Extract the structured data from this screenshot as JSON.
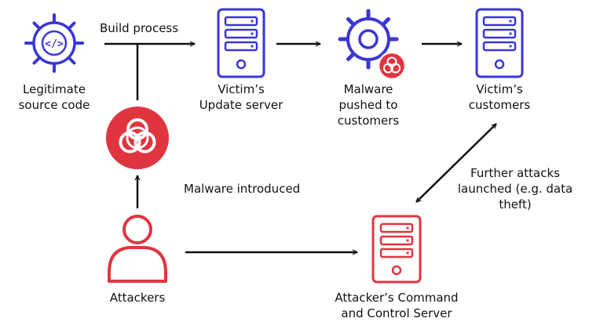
{
  "colors": {
    "blue": "#3b36d6",
    "red": "#e0353f",
    "arrow": "#111111",
    "text": "#111111"
  },
  "nodes": {
    "source_code": {
      "icon": "code-gear-icon",
      "lines": [
        "Legitimate",
        "source code"
      ]
    },
    "update_server": {
      "icon": "server-icon",
      "lines": [
        "Victim’s",
        "Update server"
      ]
    },
    "malware_pushed": {
      "icon": "gear-biohazard-icon",
      "lines": [
        "Malware",
        "pushed to",
        "customers"
      ]
    },
    "customers": {
      "icon": "server-icon",
      "lines": [
        "Victim’s",
        "customers"
      ]
    },
    "malware_icon": {
      "icon": "biohazard-icon"
    },
    "attackers": {
      "icon": "person-icon",
      "lines": [
        "Attackers"
      ]
    },
    "c2_server": {
      "icon": "server-icon",
      "lines": [
        "Attacker’s Command",
        "and Control Server"
      ]
    }
  },
  "edges": {
    "build_process": "Build process",
    "malware_introduced": "Malware introduced",
    "further_attacks": [
      "Further attacks",
      "launched (e.g. data",
      "theft)"
    ]
  }
}
